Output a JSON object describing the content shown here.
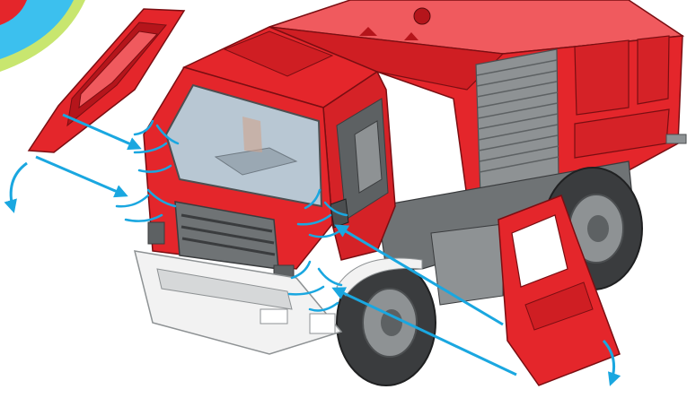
{
  "title": "",
  "parts": [
    {
      "id": "left-door",
      "label": ""
    },
    {
      "id": "right-door",
      "label": ""
    },
    {
      "id": "truck-cab",
      "label": ""
    },
    {
      "id": "truck-body",
      "label": ""
    }
  ],
  "colors": {
    "red": "#e4262b",
    "red_dark": "#b5151b",
    "red_light": "#f05a5e",
    "glass": "#b8c7d3",
    "grey": "#8e9294",
    "grey_dark": "#4c4f51",
    "tire": "#3a3c3e",
    "white_trim": "#f2f2f2",
    "arrow_blue": "#1aa7e0",
    "corner_blue": "#3cc0ee",
    "corner_green": "#c8e66f"
  },
  "annotations": {
    "snap_marks": 4,
    "insert_arrows": 4,
    "rotate_arrows": 2
  }
}
